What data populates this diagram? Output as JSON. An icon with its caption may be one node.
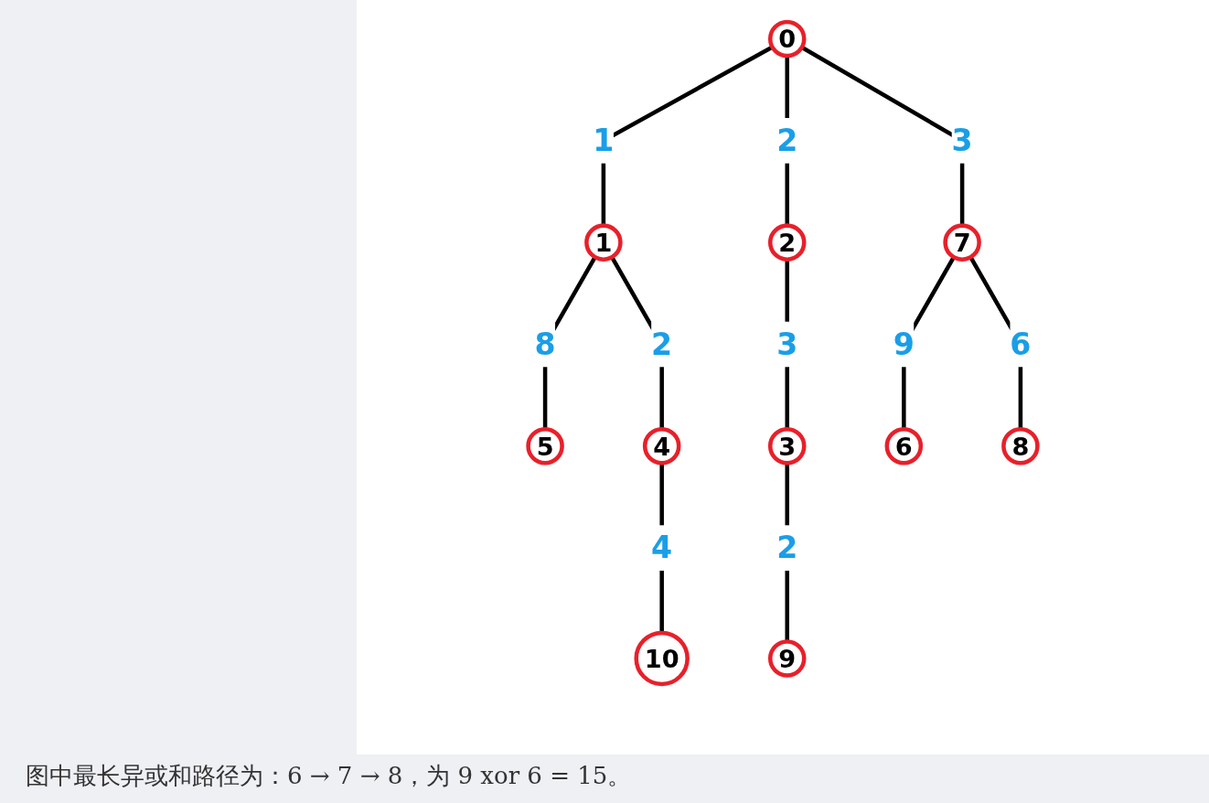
{
  "diagram": {
    "caption": "图中最长异或和路径为：6 → 7 → 8，为 9 xor 6 = 15。",
    "nodes": [
      {
        "text": [
          "0"
        ]
      },
      {
        "text": [
          "1"
        ]
      },
      {
        "text": [
          "2"
        ]
      },
      {
        "text": [
          "7"
        ]
      },
      {
        "text": [
          "5"
        ]
      },
      {
        "text": [
          "4"
        ]
      },
      {
        "text": [
          "3"
        ]
      },
      {
        "text": [
          "6"
        ]
      },
      {
        "text": [
          "8"
        ]
      },
      {
        "text": [
          "10"
        ]
      },
      {
        "text": [
          "9"
        ]
      }
    ],
    "edges": [
      {
        "from": 0,
        "to": 1,
        "arrow": "none",
        "label": "1"
      },
      {
        "from": 0,
        "to": 2,
        "arrow": "none",
        "label": "2"
      },
      {
        "from": 0,
        "to": 3,
        "arrow": "none",
        "label": "3"
      },
      {
        "from": 1,
        "to": 4,
        "arrow": "none",
        "label": "8"
      },
      {
        "from": 1,
        "to": 5,
        "arrow": "none",
        "label": "2"
      },
      {
        "from": 2,
        "to": 6,
        "arrow": "none",
        "label": "3"
      },
      {
        "from": 3,
        "to": 7,
        "arrow": "none",
        "label": "9"
      },
      {
        "from": 3,
        "to": 8,
        "arrow": "none",
        "label": "6"
      },
      {
        "from": 5,
        "to": 9,
        "arrow": "none",
        "label": "4"
      },
      {
        "from": 6,
        "to": 10,
        "arrow": "none",
        "label": "2"
      }
    ]
  }
}
